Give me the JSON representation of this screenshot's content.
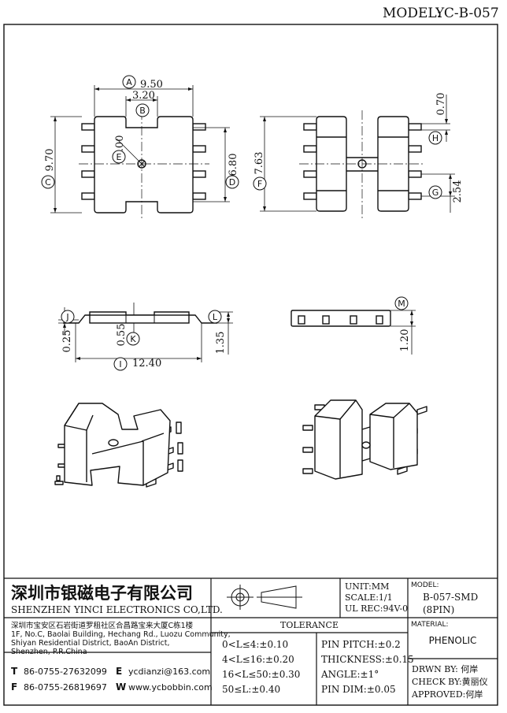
{
  "header": {
    "model_label": "MODEL:",
    "model_value": "YC-B-057"
  },
  "dims": {
    "A": "9.50",
    "B": "3.20",
    "C": "9.70",
    "D": "6.80",
    "E": "1.00",
    "F": "7.63",
    "G": "2.54",
    "H": "0.70",
    "I": "12.40",
    "J": "0.25",
    "K": "0.55",
    "L": "1.35",
    "M": "1.20"
  },
  "callouts": [
    "A",
    "B",
    "C",
    "D",
    "E",
    "F",
    "G",
    "H",
    "I",
    "J",
    "K",
    "L",
    "M"
  ],
  "titleblock": {
    "company_cn": "深圳市银磁电子有限公司",
    "company_en": "SHENZHEN YINCI ELECTRONICS CO,LTD.",
    "address_cn": "深圳市宝安区石岩街道罗租社区合昌路宝来大厦C栋1楼",
    "address_en_1": "1F, No.C, Baolai Building, Hechang Rd., Luozu Community,",
    "address_en_2": "Shiyan Residential District, BaoAn District,",
    "address_en_3": "Shenzhen, P.R.China",
    "tel_label": "T",
    "tel": "86-0755-27632099",
    "fax_label": "F",
    "fax": "86-0755-26819697",
    "email_label": "E",
    "email": "ycdianzi@163.com",
    "web_label": "W",
    "web": "www.ycbobbin.com",
    "unit": "UNIT:MM",
    "scale": "SCALE:1/1",
    "ul": "UL REC:94V-0",
    "model_label": "MODEL:",
    "model_1": "B-057-SMD",
    "model_2": "(8PIN)",
    "material_label": "MATERIAL:",
    "material": "PHENOLIC",
    "tolerance_title": "TOLERANCE",
    "tol_1": "0<L≤4:±0.10",
    "tol_2": "4<L≤16:±0.20",
    "tol_3": "16<L≤50:±0.30",
    "tol_4": "50≤L:±0.40",
    "pin_pitch": "PIN PITCH:±0.2",
    "thickness": "THICKNESS:±0.15",
    "angle": "ANGLE:±1°",
    "pin_dim": "PIN DIM:±0.05",
    "drawn": "DRWN BY: 何岸",
    "check": "CHECK BY:黄丽仪",
    "approved": "APPROVED:何岸"
  }
}
